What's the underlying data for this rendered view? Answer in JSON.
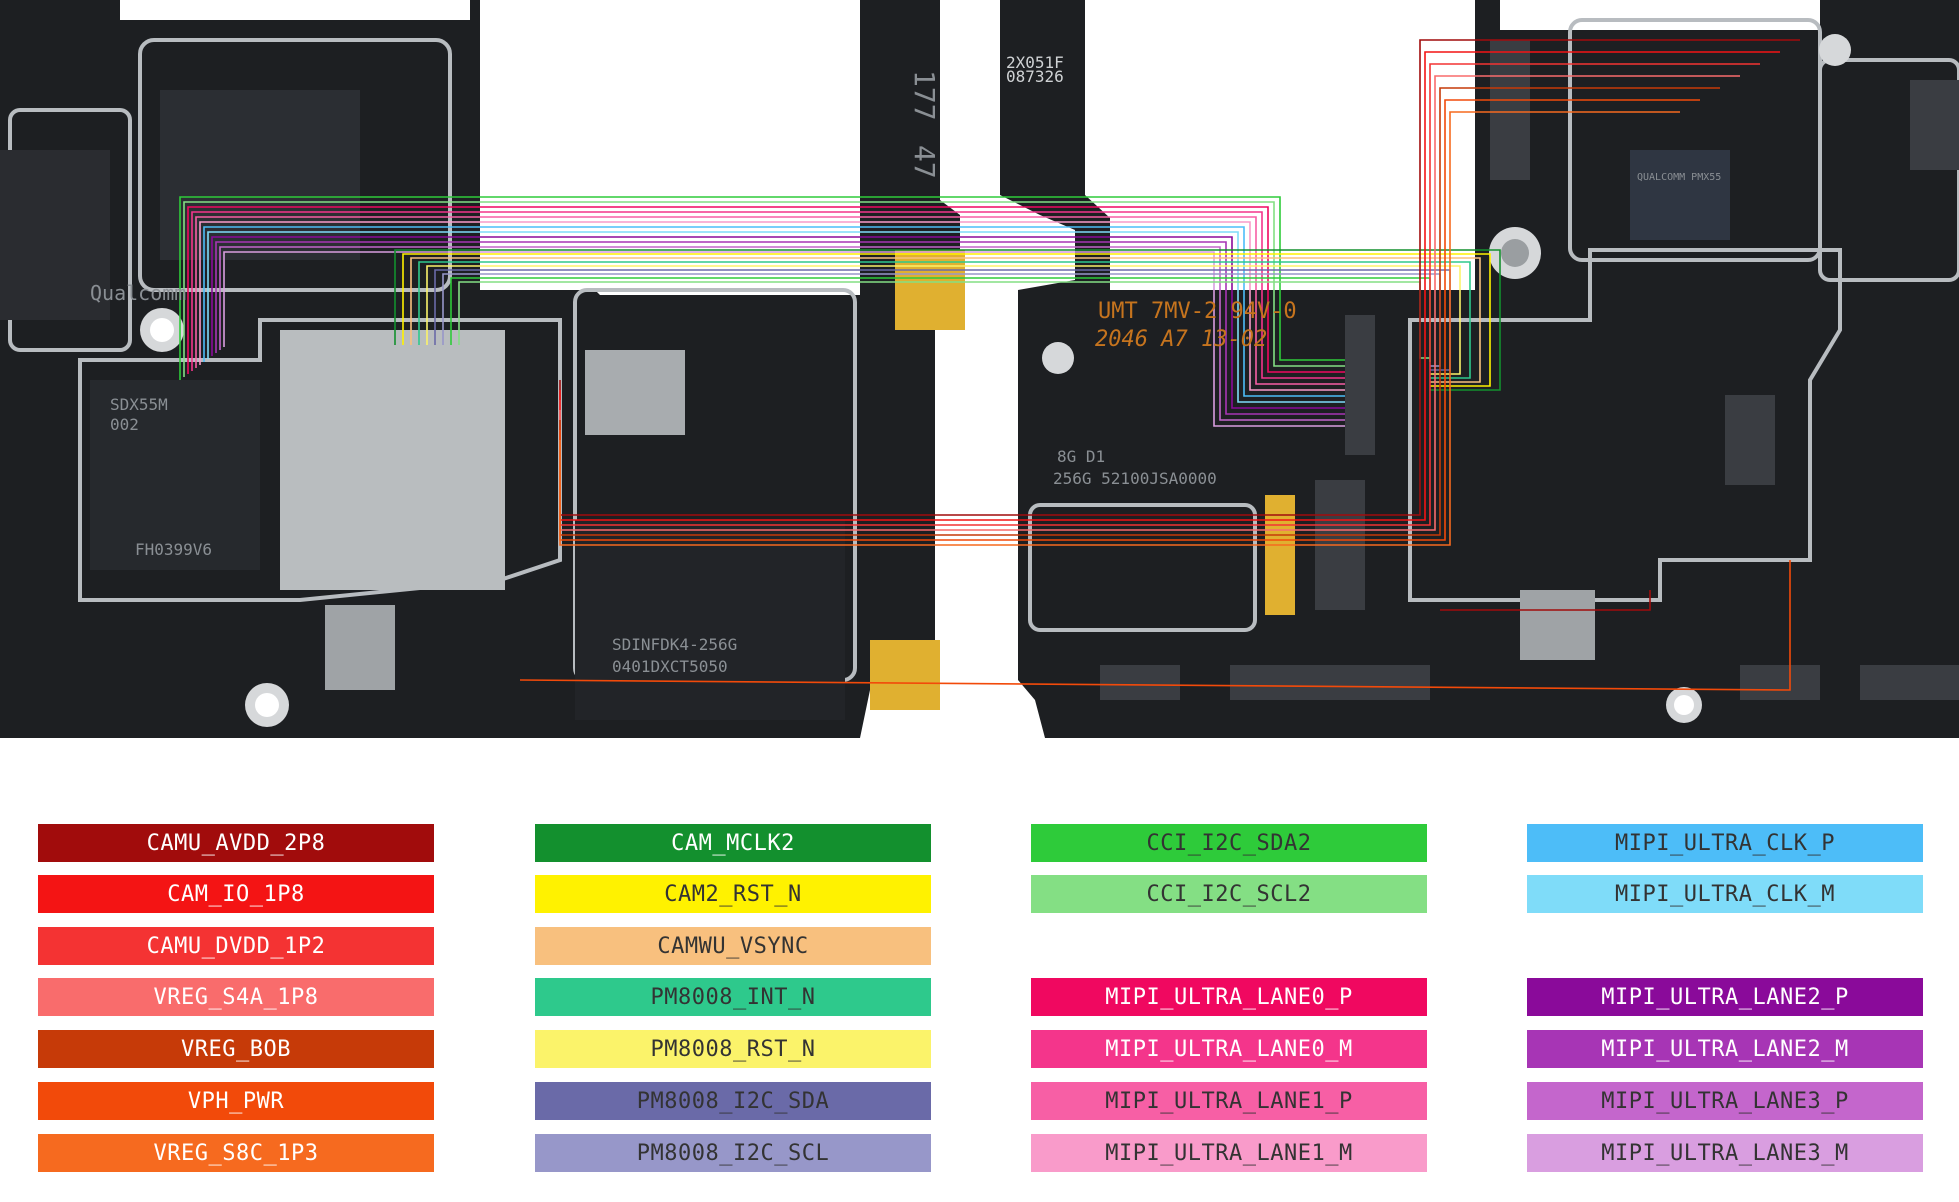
{
  "board": {
    "left_pcb_markings": [
      "SDX55M",
      "002",
      "FH0399V6",
      "SDINFDK4-256G",
      "0401DXCT5050",
      "Qualcomm"
    ],
    "right_pcb_markings": [
      "UMT 7MV-2 94V-0",
      "2046 A7 13-02",
      "8G D1",
      "256G 52100JSA0000",
      "2X051F",
      "087326",
      "QUALCOMM PMX55"
    ],
    "flex_markings": [
      "177",
      "47"
    ]
  },
  "legend": {
    "columns": [
      [
        {
          "label": "CAMU_AVDD_2P8",
          "color": "#a10c0c",
          "text_color": "#ffffff"
        },
        {
          "label": "CAM_IO_1P8",
          "color": "#f41414",
          "text_color": "#ffffff"
        },
        {
          "label": "CAMU_DVDD_1P2",
          "color": "#f43333",
          "text_color": "#ffffff"
        },
        {
          "label": "VREG_S4A_1P8",
          "color": "#f96c6c",
          "text_color": "#ffffff"
        },
        {
          "label": "VREG_BOB",
          "color": "#c63a08",
          "text_color": "#ffffff"
        },
        {
          "label": "VPH_PWR",
          "color": "#f24a0a",
          "text_color": "#ffffff"
        },
        {
          "label": "VREG_S8C_1P3",
          "color": "#f66a1f",
          "text_color": "#ffffff"
        }
      ],
      [
        {
          "label": "CAM_MCLK2",
          "color": "#13902e",
          "text_color": "#ffffff"
        },
        {
          "label": "CAM2_RST_N",
          "color": "#fff200",
          "text_color": "#333333"
        },
        {
          "label": "CAMWU_VSYNC",
          "color": "#f8c07e",
          "text_color": "#333333"
        },
        {
          "label": "PM8008_INT_N",
          "color": "#2ec98c",
          "text_color": "#333333"
        },
        {
          "label": "PM8008_RST_N",
          "color": "#fbf36a",
          "text_color": "#333333"
        },
        {
          "label": "PM8008_I2C_SDA",
          "color": "#6a6aa8",
          "text_color": "#333333"
        },
        {
          "label": "PM8008_I2C_SCL",
          "color": "#9797c9",
          "text_color": "#333333"
        }
      ],
      [
        {
          "label": "CCI_I2C_SDA2",
          "color": "#2ecb3a",
          "text_color": "#333333"
        },
        {
          "label": "CCI_I2C_SCL2",
          "color": "#84df84",
          "text_color": "#333333"
        },
        null,
        {
          "label": "MIPI_ULTRA_LANE0_P",
          "color": "#f00860",
          "text_color": "#ffffff"
        },
        {
          "label": "MIPI_ULTRA_LANE0_M",
          "color": "#f4358b",
          "text_color": "#ffffff"
        },
        {
          "label": "MIPI_ULTRA_LANE1_P",
          "color": "#f75fa5",
          "text_color": "#333333"
        },
        {
          "label": "MIPI_ULTRA_LANE1_M",
          "color": "#f99bca",
          "text_color": "#333333"
        }
      ],
      [
        {
          "label": "MIPI_ULTRA_CLK_P",
          "color": "#4dbdf8",
          "text_color": "#333333"
        },
        {
          "label": "MIPI_ULTRA_CLK_M",
          "color": "#7fdcf9",
          "text_color": "#333333"
        },
        null,
        {
          "label": "MIPI_ULTRA_LANE2_P",
          "color": "#8a0a9a",
          "text_color": "#ffffff"
        },
        {
          "label": "MIPI_ULTRA_LANE2_M",
          "color": "#a735b5",
          "text_color": "#ffffff"
        },
        {
          "label": "MIPI_ULTRA_LANE3_P",
          "color": "#c466cc",
          "text_color": "#333333"
        },
        {
          "label": "MIPI_ULTRA_LANE3_M",
          "color": "#d99ee0",
          "text_color": "#333333"
        }
      ]
    ]
  }
}
